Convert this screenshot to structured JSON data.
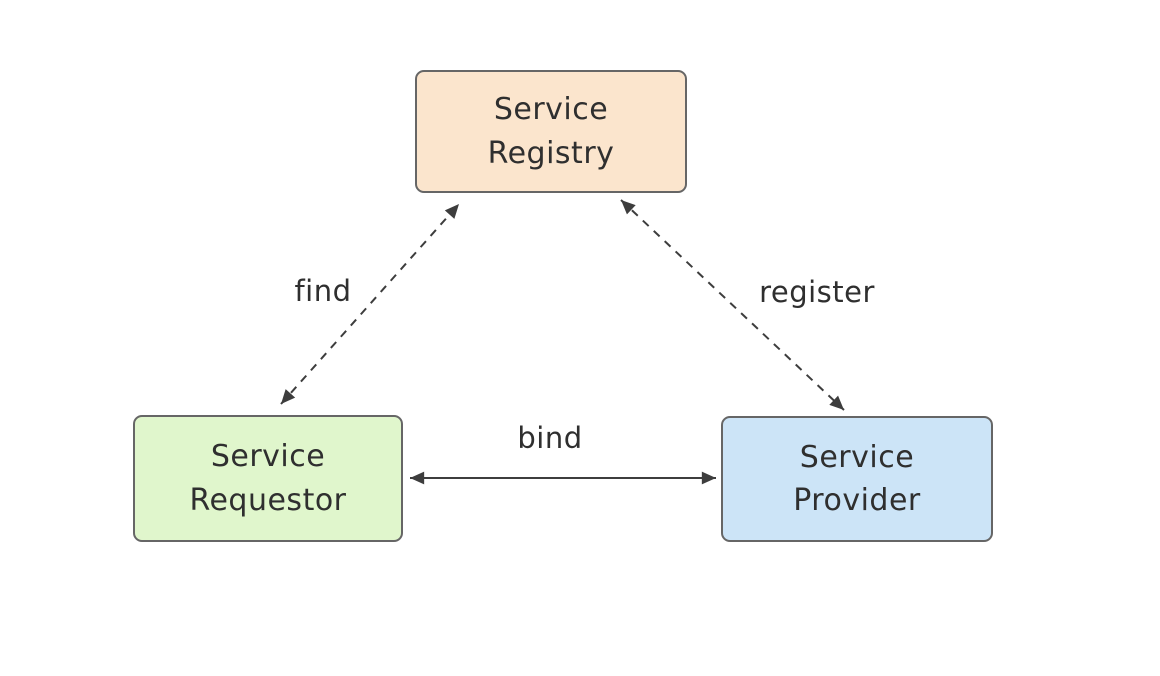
{
  "diagram": {
    "nodes": [
      {
        "id": "service-registry",
        "label": "Service\nRegistry",
        "fill": "#FBE5CD"
      },
      {
        "id": "service-requestor",
        "label": "Service\nRequestor",
        "fill": "#E0F6CC"
      },
      {
        "id": "service-provider",
        "label": "Service\nProvider",
        "fill": "#CCE4F7"
      }
    ],
    "edges": [
      {
        "id": "find",
        "label": "find",
        "from": "service-requestor",
        "to": "service-registry",
        "line_style": "dashed",
        "arrows": "both"
      },
      {
        "id": "register",
        "label": "register",
        "from": "service-provider",
        "to": "service-registry",
        "line_style": "dashed",
        "arrows": "both"
      },
      {
        "id": "bind",
        "label": "bind",
        "from": "service-requestor",
        "to": "service-provider",
        "line_style": "solid",
        "arrows": "both"
      }
    ],
    "colors": {
      "node_border": "#666666",
      "arrow": "#3d3d3d",
      "text": "#2f2f2f",
      "background": "#ffffff"
    }
  }
}
